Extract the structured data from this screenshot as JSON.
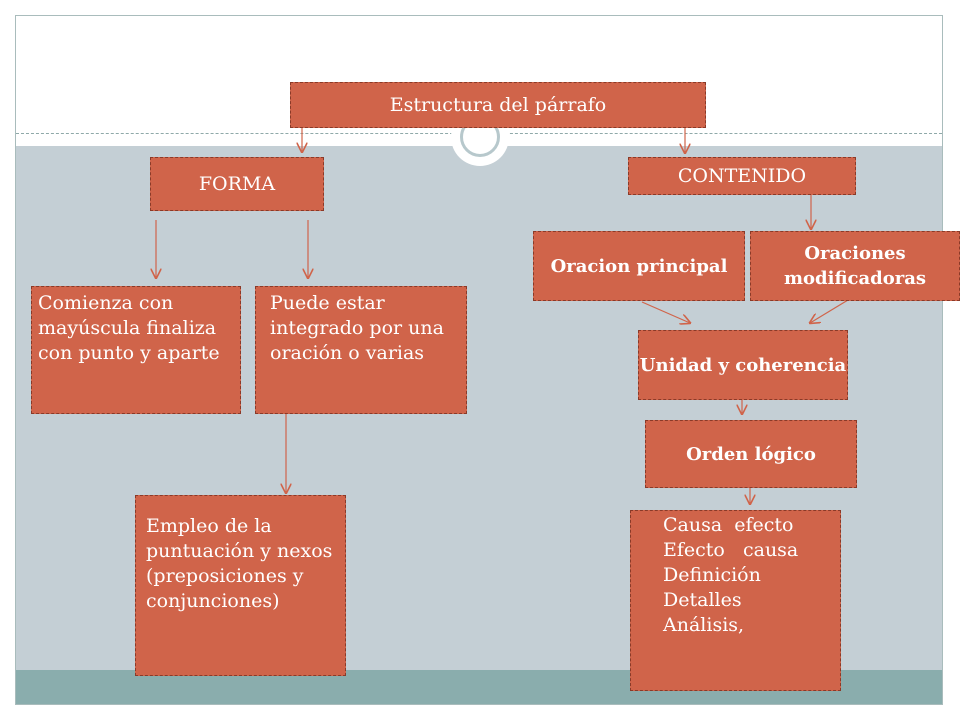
{
  "diagram": {
    "title": "Estructura del párrafo",
    "forma": {
      "label": "FORMA",
      "children": [
        "Comienza con mayúscula finaliza con punto y aparte",
        "Puede estar integrado por una oración o varias"
      ],
      "grandchild": "Empleo de la puntuación y nexos (preposiciones y conjunciones)"
    },
    "contenido": {
      "label": "CONTENIDO",
      "principal": "Oracion principal",
      "modificadoras": "Oraciones modificadoras",
      "unidad": "Unidad y coherencia",
      "orden": "Orden lógico",
      "tipos": [
        "Causa  efecto",
        "Efecto   causa",
        "Definición",
        "Detalles",
        "Análisis,"
      ]
    }
  },
  "colors": {
    "box_fill": "#d0644a",
    "arrow": "#d0644a",
    "background_band": "#c4cfd5",
    "bottom_band": "#8aadad"
  }
}
